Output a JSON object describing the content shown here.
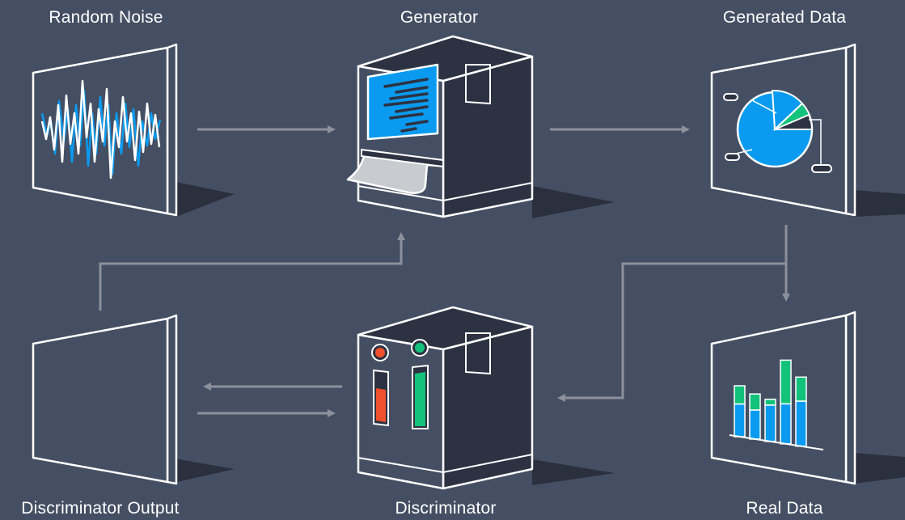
{
  "labels": {
    "random_noise": "Random Noise",
    "generator": "Generator",
    "generated_data": "Generated Data",
    "discriminator_output": "Discriminator Output",
    "discriminator": "Discriminator",
    "real_data": "Real Data"
  },
  "colors": {
    "background": "#454f63",
    "panel_face": "#454f63",
    "machine_dark": "#2c3242",
    "outline": "#ffffff",
    "arrow": "#8c919b",
    "shadow": "#232833",
    "blue": "#0a9bf0",
    "green": "#13c27b",
    "red": "#f0502d",
    "paper": "#c8cbd0"
  },
  "icons": {
    "noise": "waveform-icon",
    "generated": "pie-chart-icon",
    "real": "bar-chart-icon",
    "generator": "generator-machine-icon",
    "discriminator": "discriminator-machine-icon",
    "output": "blank-screen-icon"
  },
  "real_data_bars": [
    {
      "blue": 0.45,
      "green": 0.25
    },
    {
      "blue": 0.4,
      "green": 0.22
    },
    {
      "blue": 0.5,
      "green": 0.08
    },
    {
      "blue": 0.55,
      "green": 0.6
    },
    {
      "blue": 0.62,
      "green": 0.33
    }
  ]
}
